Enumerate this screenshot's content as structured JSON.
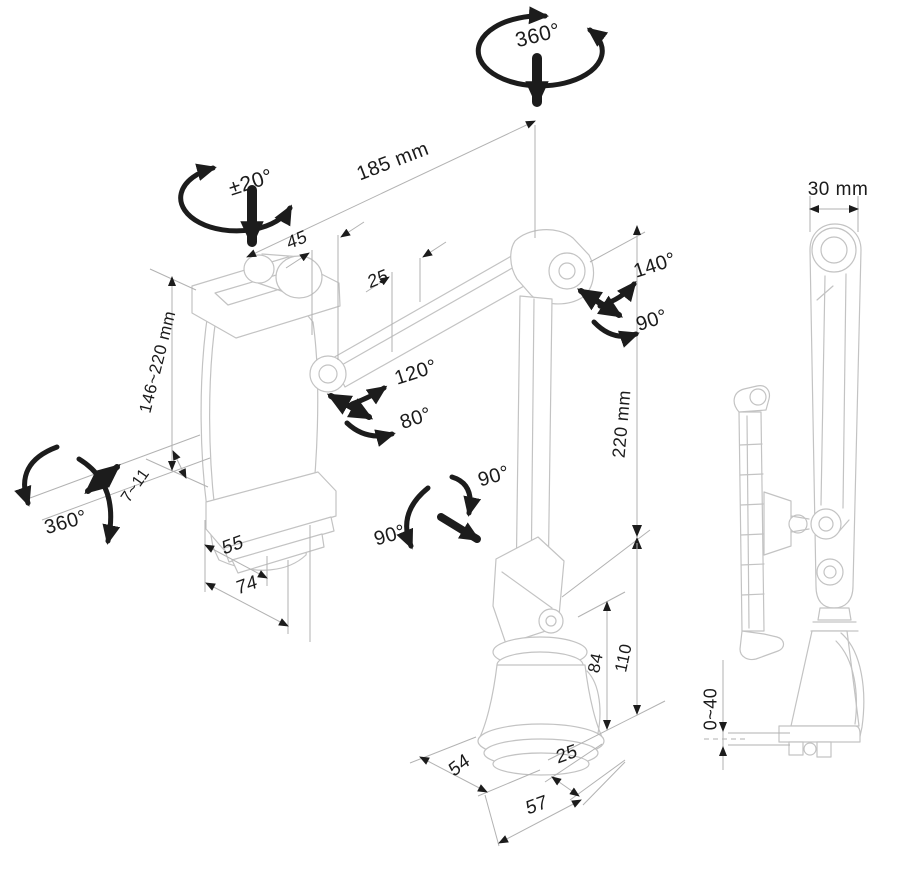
{
  "diagram": {
    "description": "Dimensional line drawing of an articulating tablet mount arm with desk clamp, isometric view and side view",
    "colors": {
      "background": "#ffffff",
      "drawing_outline": "#c3c3c3",
      "dimension_line": "#b2b2b2",
      "ink": "#1c1c1c"
    },
    "labels": {
      "top_swivel": "360°",
      "arm_reach": "185 mm",
      "holder_tilt": "±20°",
      "offset_45": "45",
      "offset_25": "25",
      "elbow_up": "140°",
      "elbow_down": "90°",
      "shoulder_up": "120°",
      "shoulder_down": "80°",
      "holder_height": "146~220 mm",
      "column_height": "220 mm",
      "device_thickness": "7~11",
      "holder_spin": "360°",
      "holder_width_inner": "55",
      "holder_width_outer": "74",
      "base_swivel_left": "90°",
      "base_swivel_right": "90°",
      "base_height_inner": "84",
      "base_height_outer": "110",
      "base_depth": "54",
      "base_offset": "25",
      "base_width": "57",
      "arm_width_side": "30 mm",
      "clamp_range": "0~40"
    }
  }
}
